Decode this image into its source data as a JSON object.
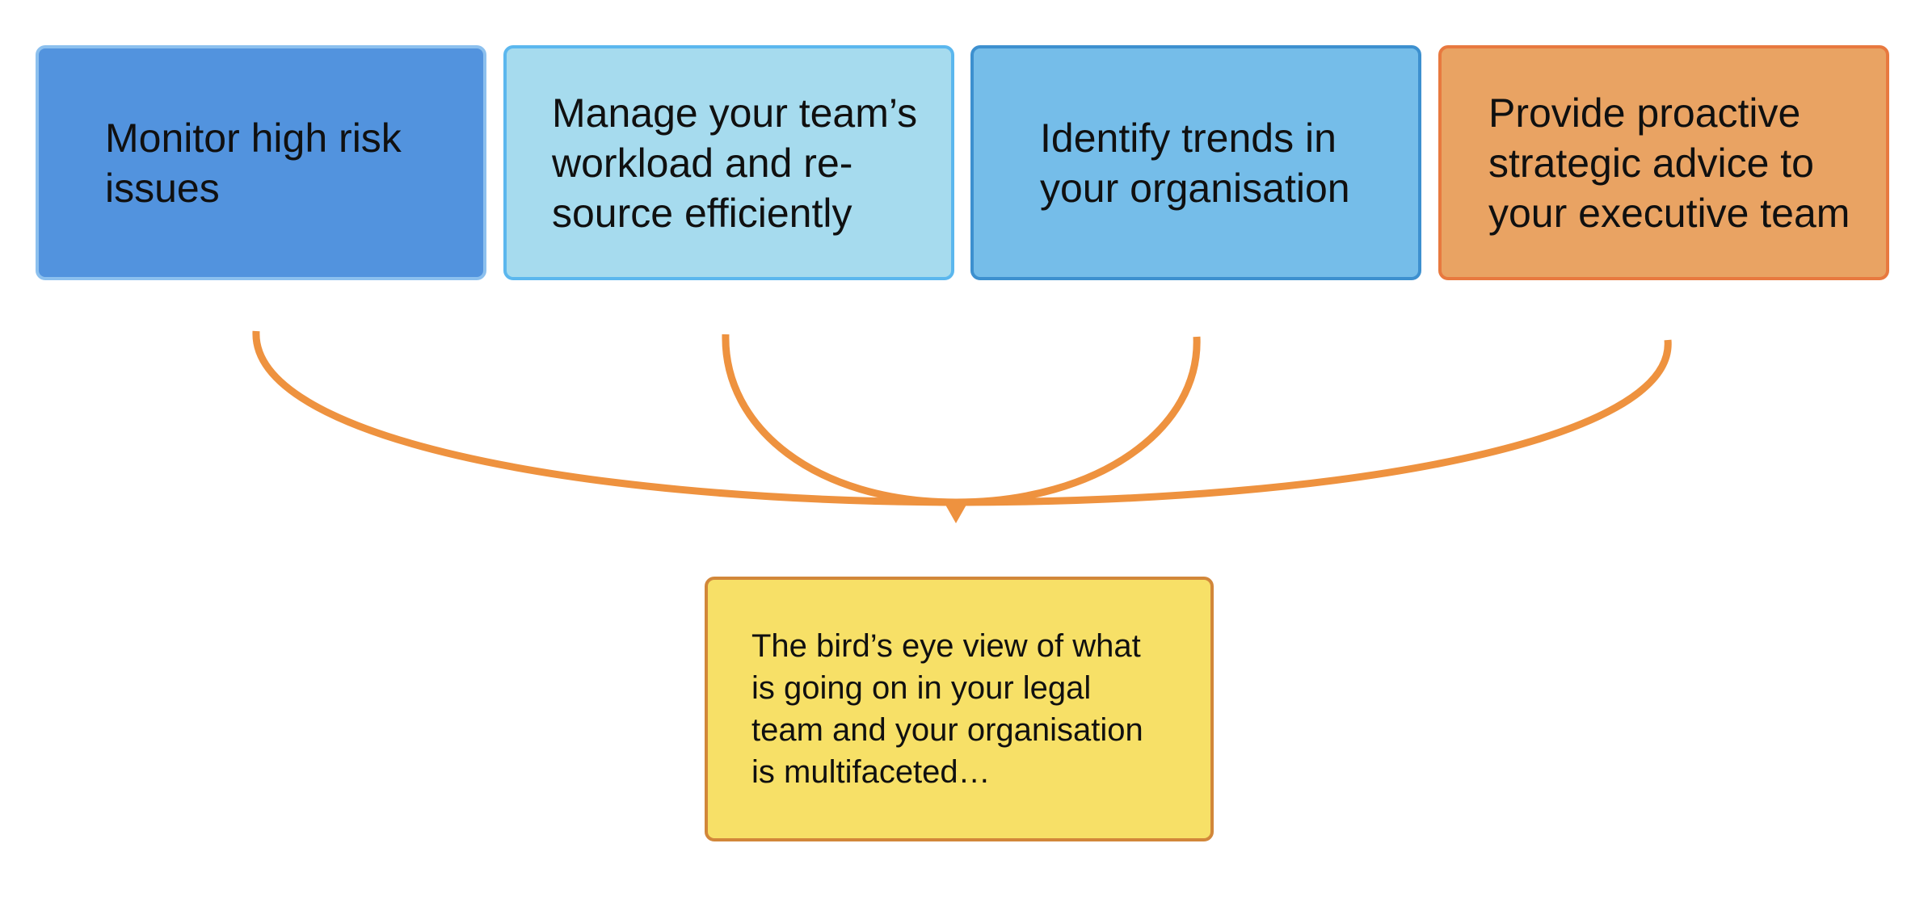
{
  "diagram": {
    "boxes": [
      {
        "label": "Monitor high risk\nissues",
        "fill": "#5293de",
        "border": "#8cc0ee"
      },
      {
        "label": "Manage your team’s\nworkload and re-\nsource efficiently",
        "fill": "#a6dbee",
        "border": "#5bb7ee"
      },
      {
        "label": "Identify trends in\nyour organisation",
        "fill": "#75bde9",
        "border": "#3d90cf"
      },
      {
        "label": "Provide proactive\nstrategic advice to\nyour executive team",
        "fill": "#e9a363",
        "border": "#e8793f"
      }
    ],
    "summary": {
      "text": "The bird’s eye view of what\nis going on in your legal\nteam and your organisation\nis multifaceted…",
      "fill": "#f7e067",
      "border": "#d2873a"
    },
    "connector_color": "#ee923f"
  }
}
